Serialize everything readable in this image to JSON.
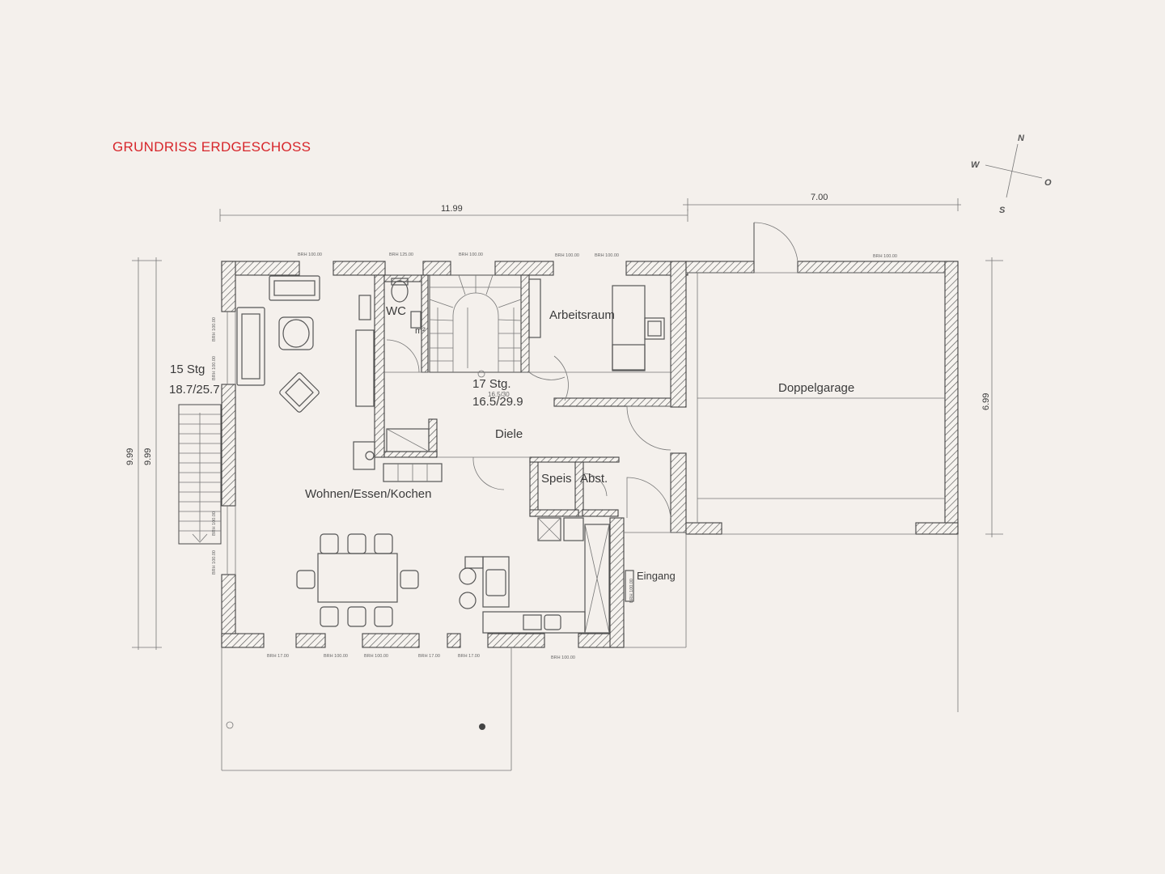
{
  "title": "GRUNDRISS ERDGESCHOSS",
  "accent_color": "#d7262b",
  "compass": {
    "north": "N",
    "east": "O",
    "south": "S",
    "west": "W"
  },
  "dimensions": {
    "width_house": "11.99",
    "width_garage": "7.00",
    "depth_house_outer": "9.99",
    "depth_house_inner": "9.99",
    "depth_garage": "6.99"
  },
  "rooms": {
    "wc": "WC",
    "arbeitsraum": "Arbeitsraum",
    "doppelgarage": "Doppelgarage",
    "diele": "Diele",
    "wohnen": "Wohnen/Essen/Kochen",
    "speis": "Speis",
    "abst": "Abst.",
    "eingang": "Eingang"
  },
  "stairs": {
    "outer_count": "15 Stg",
    "outer_ratio": "18.7/25.7",
    "inner_count": "17 Stg.",
    "inner_ratio": "16.5/29.9",
    "inner_small": "16.5/30"
  },
  "window_labels": {
    "top_1": "BRH 100.00",
    "top_2": "BRH 125.00",
    "top_3": "BRH 100.00",
    "top_4": "BRH 100.00",
    "top_5": "BRH 100.00",
    "top_6": "BRH 100.00",
    "bottom_1": "BRH 17.00",
    "bottom_2": "BRH 100.00",
    "bottom_3": "BRH 100.00",
    "bottom_4": "BRH 17.00",
    "bottom_5": "BRH 17.00",
    "bottom_6": "BRH 100.00",
    "left_1": "BRH 100.00",
    "left_2": "BRH 100.00",
    "left_3": "BRH 100.00",
    "left_4": "BRH 100.00",
    "right_1": "BRH 100.00"
  },
  "wc_annotation": "m²"
}
